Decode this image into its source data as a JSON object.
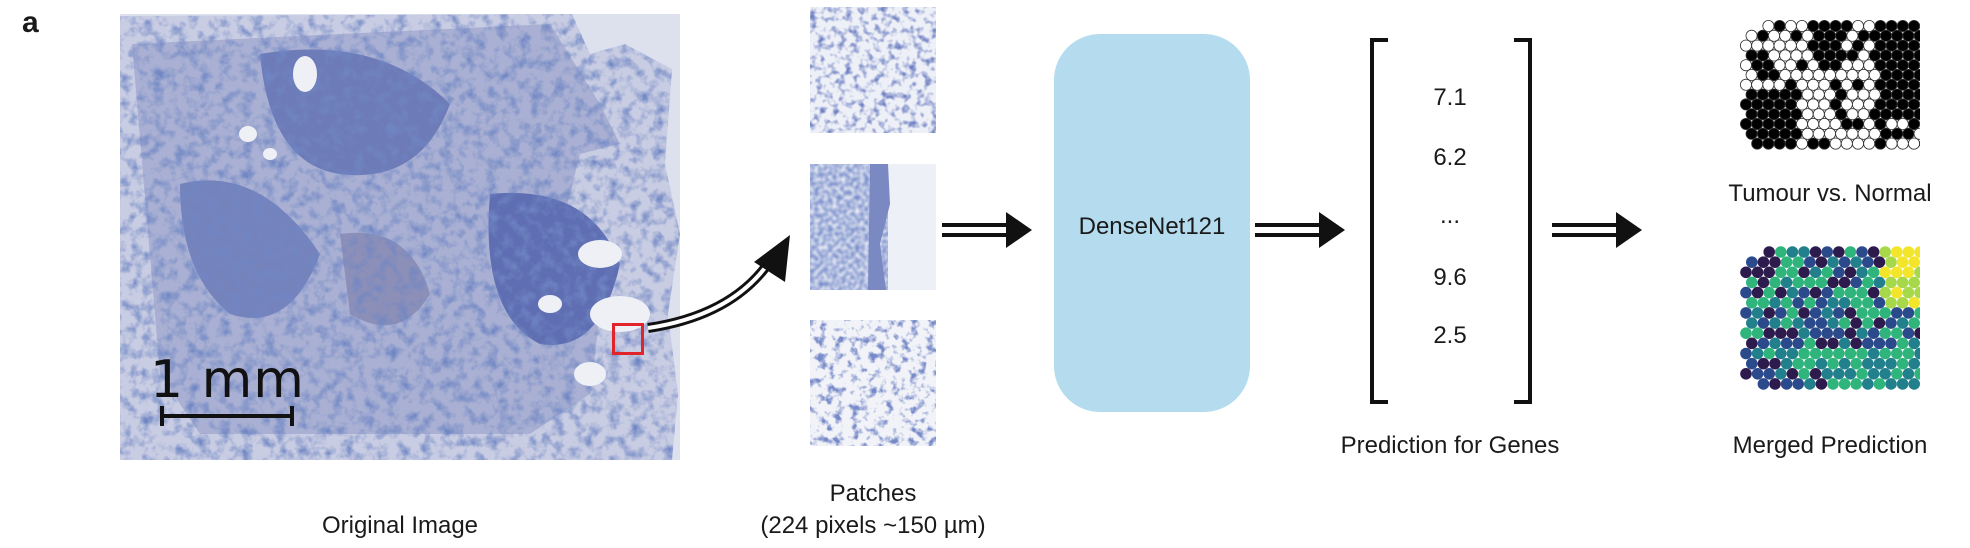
{
  "panel_label": "a",
  "original": {
    "caption": "Original Image",
    "scale_label": "1 mm"
  },
  "patches": {
    "caption_line1": "Patches",
    "caption_line2": "(224 pixels ~150 µm)"
  },
  "model": {
    "label": "DenseNet121"
  },
  "prediction": {
    "values": [
      "7.1",
      "6.2",
      "...",
      "9.6",
      "2.5"
    ],
    "caption": "Prediction for Genes"
  },
  "outputs": {
    "binary_caption": "Tumour vs. Normal",
    "merged_caption": "Merged Prediction"
  },
  "colors": {
    "roi": "#e0242a",
    "model_box": "#b4dcee",
    "stain": "#2b3f8a"
  }
}
